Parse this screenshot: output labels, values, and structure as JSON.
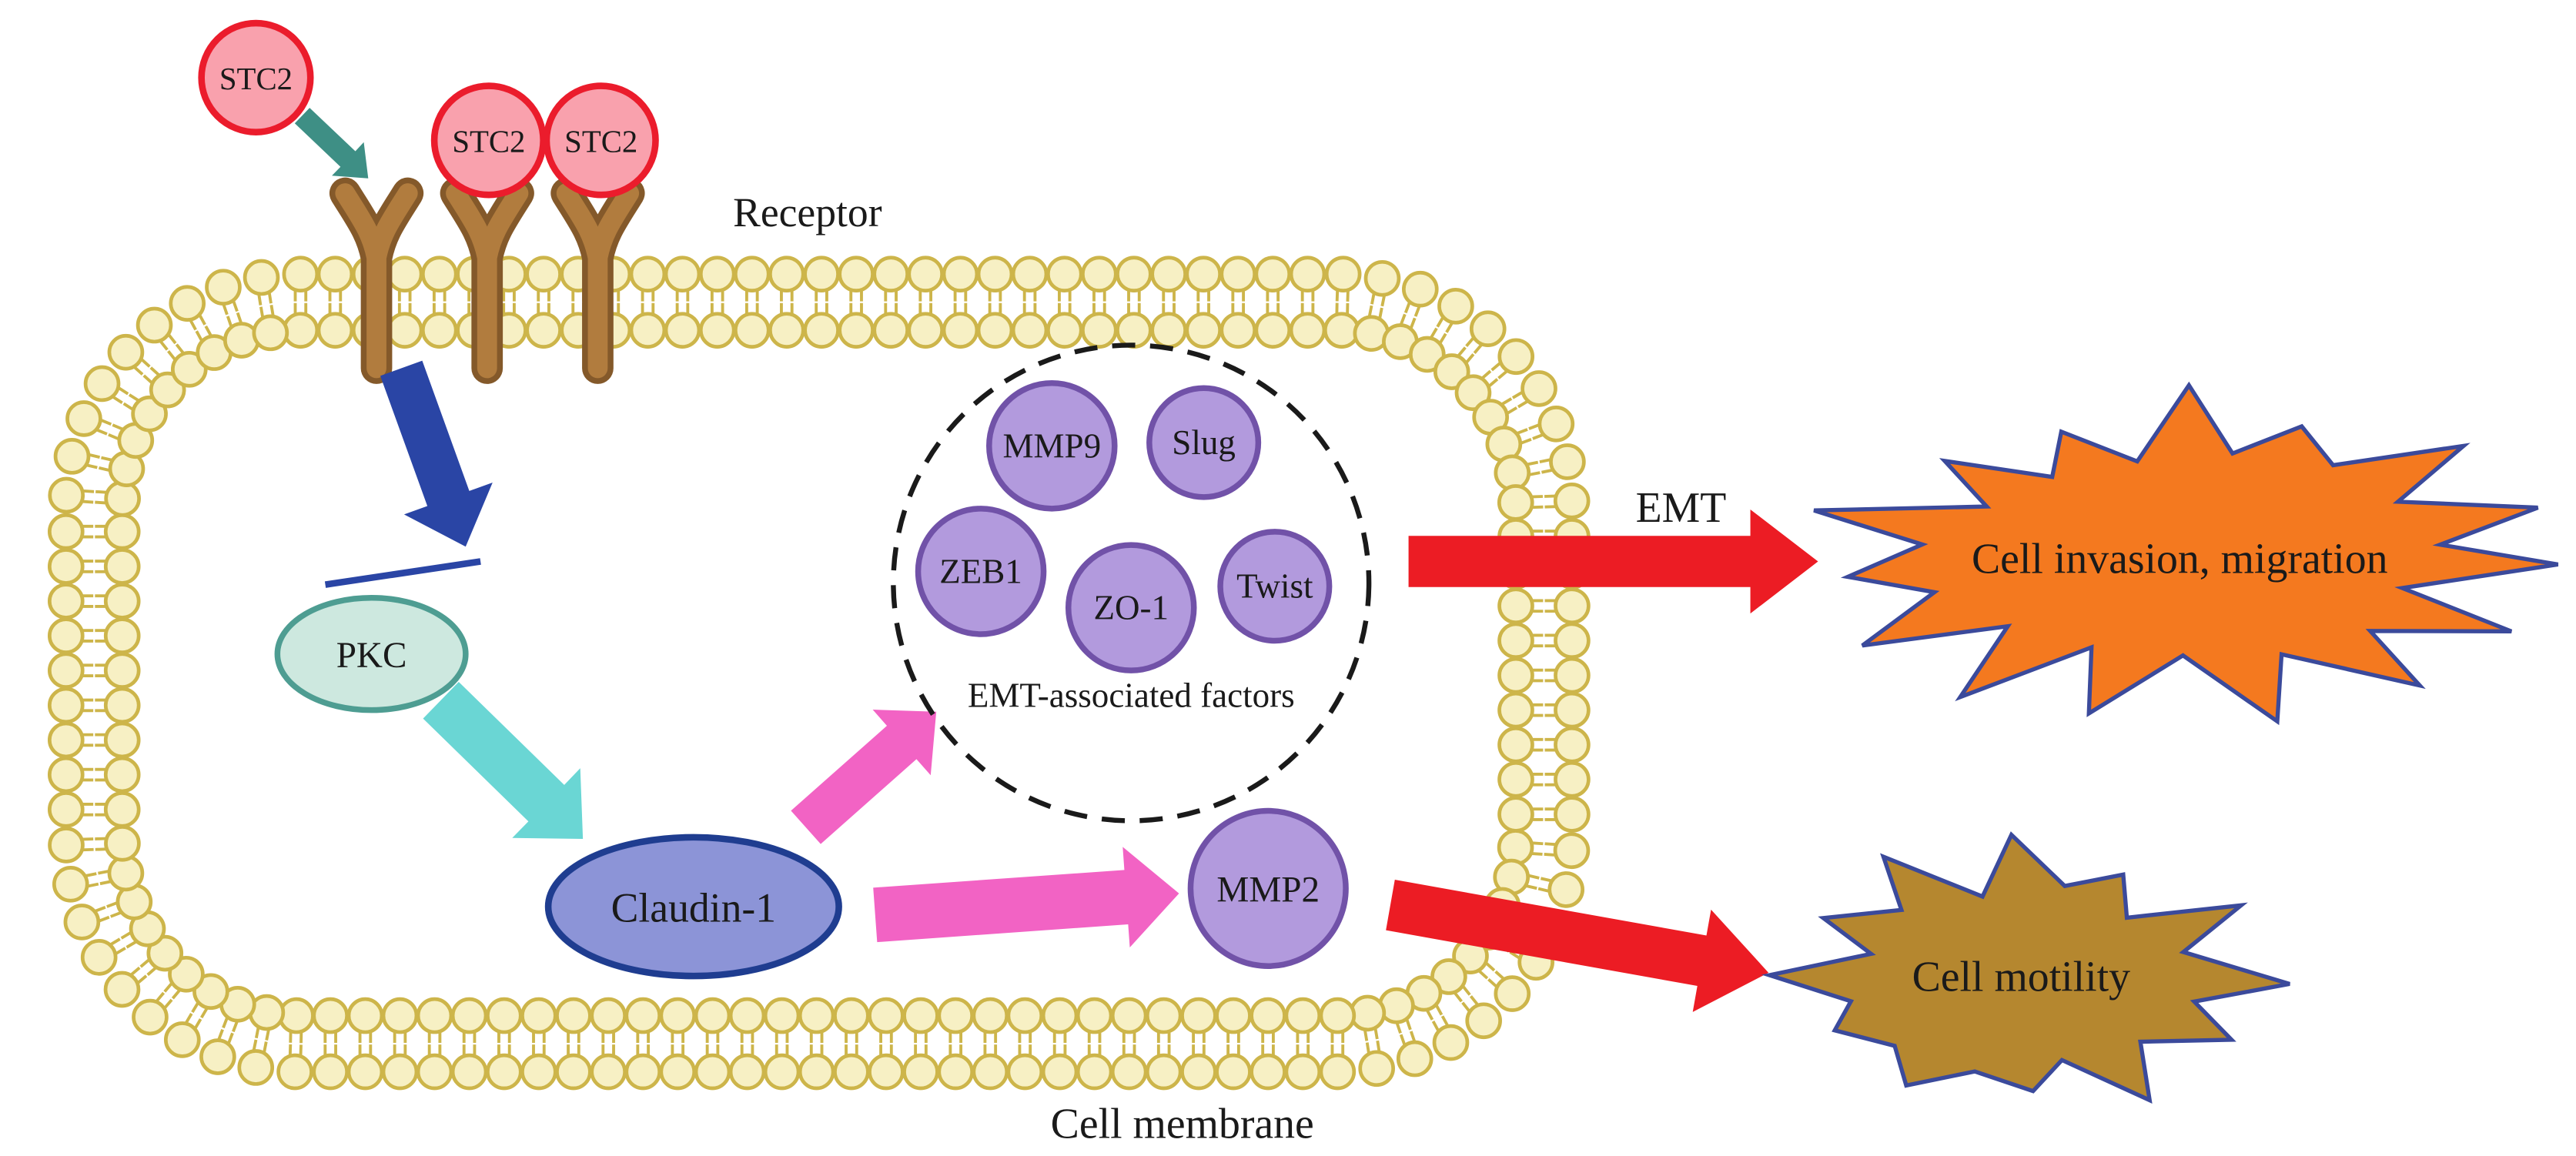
{
  "ligand": {
    "label": "STC2"
  },
  "receptor": {
    "label": "Receptor"
  },
  "membrane": {
    "label": "Cell membrane"
  },
  "pkc": {
    "label": "PKC"
  },
  "claudin1": {
    "label": "Claudin-1"
  },
  "emt_factors": {
    "group_label": "EMT-associated factors",
    "items": [
      {
        "label": "MMP9"
      },
      {
        "label": "Slug"
      },
      {
        "label": "ZEB1"
      },
      {
        "label": "ZO-1"
      },
      {
        "label": "Twist"
      }
    ]
  },
  "mmp2": {
    "label": "MMP2"
  },
  "emt_transition": {
    "label": "EMT"
  },
  "outcomes": {
    "invasion": {
      "label": "Cell invasion, migration"
    },
    "motility": {
      "label": "Cell motility"
    }
  },
  "colors": {
    "ligand_fill": "#F9A1AD",
    "ligand_stroke": "#EB1C2C",
    "binding_arrow": "#3E8F85",
    "receptor_fill": "#B17C3E",
    "receptor_outline": "#84592A",
    "membrane_bead_fill": "#F7F0C4",
    "membrane_bead_stroke": "#CDB54A",
    "activation_arrow_blue": "#2A45A5",
    "pkc_fill": "#CDE8DF",
    "pkc_stroke": "#4E9D92",
    "arrow_cyan": "#6AD6D4",
    "claudin_fill": "#8C94D7",
    "claudin_stroke": "#1F3D90",
    "arrow_pink": "#F263C4",
    "factor_fill": "#B29ADD",
    "factor_stroke": "#7152A8",
    "arrow_red": "#EC1C24",
    "invasion_fill": "#F4791F",
    "motility_fill": "#B5872F",
    "burst_stroke": "#3B4A9B",
    "dashed_circle": "#1A1A1A",
    "text": "#1A1A1A"
  }
}
